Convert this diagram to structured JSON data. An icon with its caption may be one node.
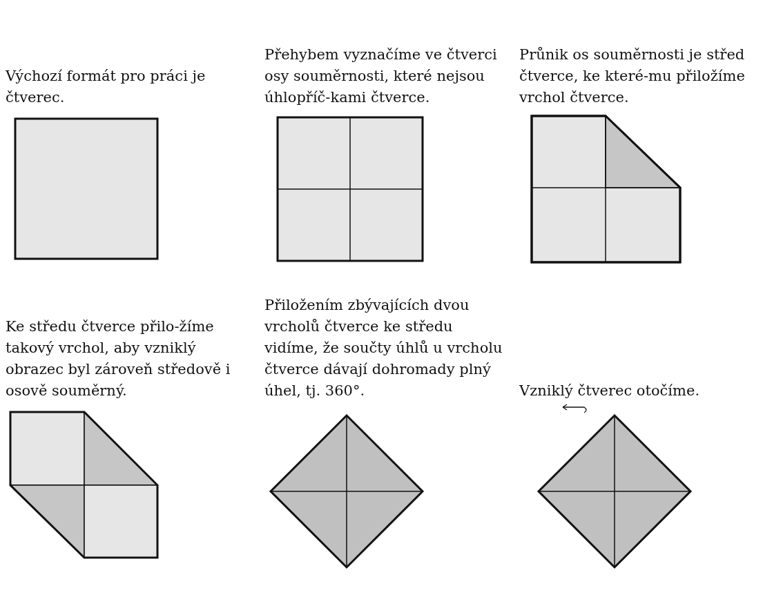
{
  "diagram": {
    "labels": [
      "Výchozí formát pro práci je čtverec.",
      "Přehybem vyznačíme ve čtverci osy souměrnosti, které nejsou úhlopříč-kami čtverce.",
      "Průnik os souměrnosti je střed čtverce, ke které-mu přiložíme vrchol čtverce.",
      "Ke středu čtverce přilo-žíme takový vrchol, aby vzniklý obrazec byl zároveň středově i osově souměrný.",
      "Přiložením zbývajících dvou vrcholů čtverce ke středu vidíme, že součty úhlů u vrcholu čtverce dávají dohromady plný úhel, tj. 360°.",
      "Vzniklý čtverec otočíme."
    ]
  }
}
